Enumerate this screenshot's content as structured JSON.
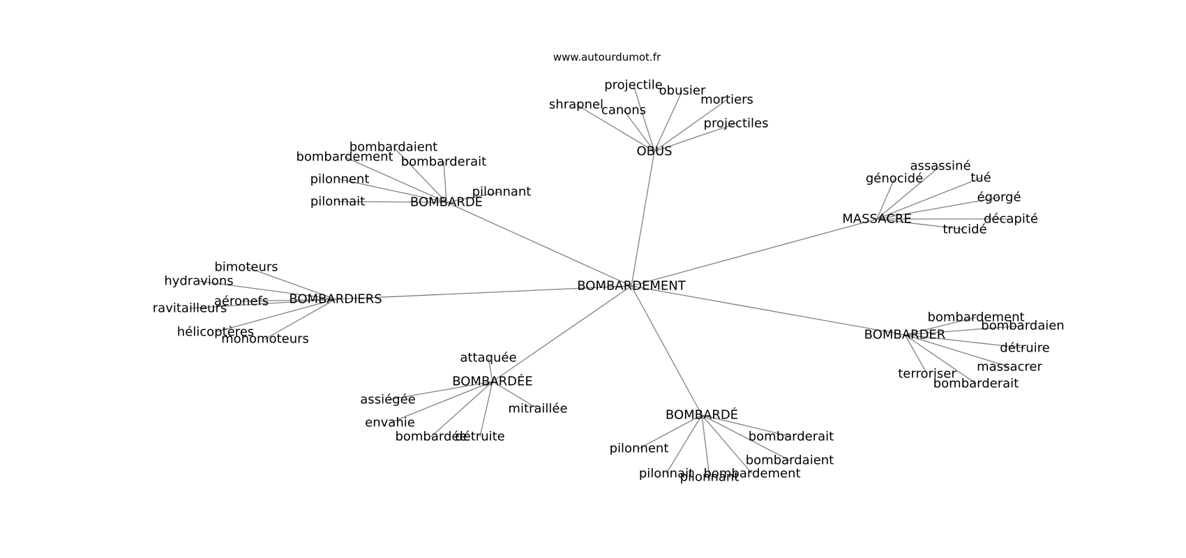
{
  "source_text": "www.autourdumot.fr",
  "root": {
    "id": "root",
    "label": "BOMBARDEMENT",
    "children": [
      {
        "id": "obus",
        "label": "OBUS",
        "children": [
          {
            "id": "obus-1",
            "label": "projectile"
          },
          {
            "id": "obus-2",
            "label": "obusier"
          },
          {
            "id": "obus-3",
            "label": "mortiers"
          },
          {
            "id": "obus-4",
            "label": "shrapnel"
          },
          {
            "id": "obus-5",
            "label": "canons"
          },
          {
            "id": "obus-6",
            "label": "projectiles"
          }
        ]
      },
      {
        "id": "bombarde",
        "label": "BOMBARDE",
        "children": [
          {
            "id": "bombarde-1",
            "label": "bombardaient"
          },
          {
            "id": "bombarde-2",
            "label": "bombardement"
          },
          {
            "id": "bombarde-3",
            "label": "bombarderait"
          },
          {
            "id": "bombarde-4",
            "label": "pilonnent"
          },
          {
            "id": "bombarde-5",
            "label": "pilonnant"
          },
          {
            "id": "bombarde-6",
            "label": "pilonnait"
          }
        ]
      },
      {
        "id": "massacre",
        "label": "MASSACRE",
        "children": [
          {
            "id": "massacre-1",
            "label": "assassiné"
          },
          {
            "id": "massacre-2",
            "label": "génocidé"
          },
          {
            "id": "massacre-3",
            "label": "tué"
          },
          {
            "id": "massacre-4",
            "label": "égorgé"
          },
          {
            "id": "massacre-5",
            "label": "décapité"
          },
          {
            "id": "massacre-6",
            "label": "trucidé"
          }
        ]
      },
      {
        "id": "bombardiers",
        "label": "BOMBARDIERS",
        "children": [
          {
            "id": "bombardiers-1",
            "label": "bimoteurs"
          },
          {
            "id": "bombardiers-2",
            "label": "hydravions"
          },
          {
            "id": "bombardiers-3",
            "label": "aéronefs"
          },
          {
            "id": "bombardiers-4",
            "label": "ravitailleurs"
          },
          {
            "id": "bombardiers-5",
            "label": "hélicoptères"
          },
          {
            "id": "bombardiers-6",
            "label": "monomoteurs"
          }
        ]
      },
      {
        "id": "bombarder",
        "label": "BOMBARDER",
        "children": [
          {
            "id": "bombarder-1",
            "label": "bombardement"
          },
          {
            "id": "bombarder-2",
            "label": "bombardaien"
          },
          {
            "id": "bombarder-3",
            "label": "détruire"
          },
          {
            "id": "bombarder-4",
            "label": "massacrer"
          },
          {
            "id": "bombarder-5",
            "label": "terroriser"
          },
          {
            "id": "bombarder-6",
            "label": "bombarderait"
          }
        ]
      },
      {
        "id": "bombardee",
        "label": "BOMBARDÉE",
        "children": [
          {
            "id": "bombardee-1",
            "label": "attaquée"
          },
          {
            "id": "bombardee-2",
            "label": "assiégée"
          },
          {
            "id": "bombardee-3",
            "label": "mitraillée"
          },
          {
            "id": "bombardee-4",
            "label": "envahie"
          },
          {
            "id": "bombardee-5",
            "label": "bombardée"
          },
          {
            "id": "bombardee-6",
            "label": "détruite"
          }
        ]
      },
      {
        "id": "bombarde-acc",
        "label": "BOMBARDÉ",
        "children": [
          {
            "id": "bombarde-acc-1",
            "label": "bombarderait"
          },
          {
            "id": "bombarde-acc-2",
            "label": "pilonnent"
          },
          {
            "id": "bombarde-acc-3",
            "label": "bombardaient"
          },
          {
            "id": "bombarde-acc-4",
            "label": "pilonnait"
          },
          {
            "id": "bombarde-acc-5",
            "label": "bombardement"
          },
          {
            "id": "bombarde-acc-6",
            "label": "pilonnant"
          }
        ]
      }
    ]
  }
}
